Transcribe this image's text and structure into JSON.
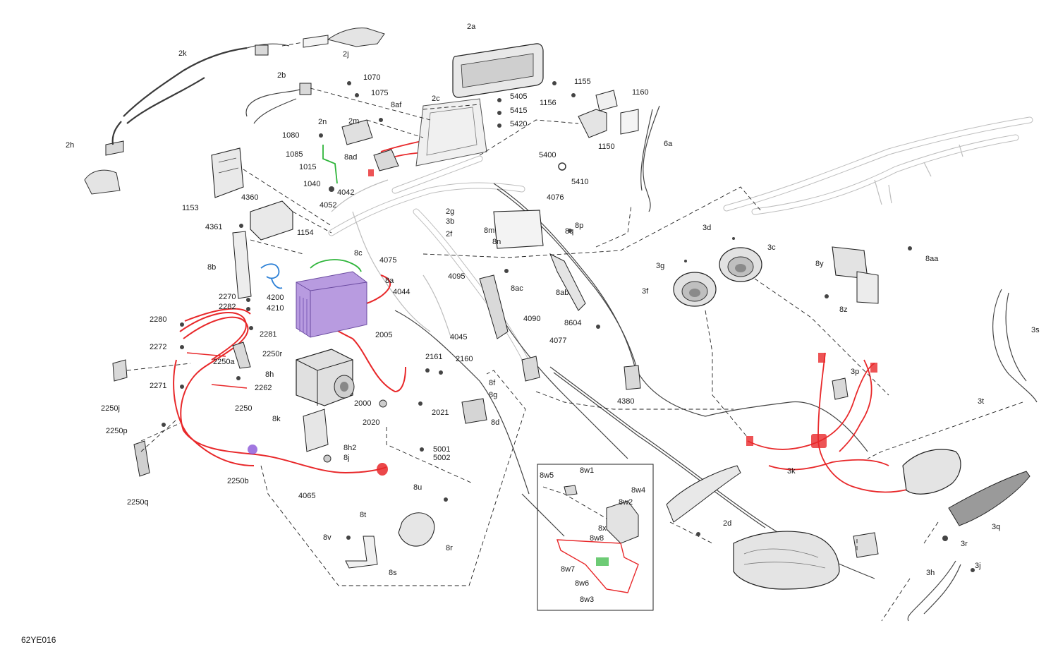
{
  "diagram": {
    "code": "62YE016",
    "colors": {
      "red_harness": "#e8282a",
      "green_wire": "#2fb53b",
      "blue_wire": "#2a7fd6",
      "battery": "#9a6ad0",
      "purple_tag": "#8a55d8",
      "ink": "#1a1a1a"
    },
    "labels": {
      "l_2a": "2a",
      "l_2b": "2b",
      "l_2c": "2c",
      "l_2d": "2d",
      "l_2f": "2f",
      "l_2g": "2g",
      "l_2h": "2h",
      "l_2j": "2j",
      "l_2k": "2k",
      "l_2m": "2m",
      "l_2n": "2n",
      "l_3b": "3b",
      "l_3c": "3c",
      "l_3d": "3d",
      "l_3f": "3f",
      "l_3g": "3g",
      "l_3h": "3h",
      "l_3j": "3j",
      "l_3k": "3k",
      "l_3p": "3p",
      "l_3q": "3q",
      "l_3r": "3r",
      "l_3s": "3s",
      "l_3t": "3t",
      "l_6a": "6a",
      "l_8a": "8a",
      "l_8aa": "8aa",
      "l_8ab": "8ab",
      "l_8ac": "8ac",
      "l_8ad": "8ad",
      "l_8af": "8af",
      "l_8b": "8b",
      "l_8c": "8c",
      "l_8d": "8d",
      "l_8f": "8f",
      "l_8g": "8g",
      "l_8h": "8h",
      "l_8h2": "8h2",
      "l_8j": "8j",
      "l_8k": "8k",
      "l_8m": "8m",
      "l_8n": "8n",
      "l_8p": "8p",
      "l_8q": "8q",
      "l_8r": "8r",
      "l_8s": "8s",
      "l_8t": "8t",
      "l_8u": "8u",
      "l_8v": "8v",
      "l_8w1": "8w1",
      "l_8w2": "8w2",
      "l_8w3": "8w3",
      "l_8w4": "8w4",
      "l_8w5": "8w5",
      "l_8w6": "8w6",
      "l_8w7": "8w7",
      "l_8w8": "8w8",
      "l_8x": "8x",
      "l_8y": "8y",
      "l_8z": "8z",
      "l_1015": "1015",
      "l_1040": "1040",
      "l_1070": "1070",
      "l_1075": "1075",
      "l_1080": "1080",
      "l_1085": "1085",
      "l_1150": "1150",
      "l_1153": "1153",
      "l_1154": "1154",
      "l_1155": "1155",
      "l_1156": "1156",
      "l_1160": "1160",
      "l_2000": "2000",
      "l_2005": "2005",
      "l_2020": "2020",
      "l_2021": "2021",
      "l_2160": "2160",
      "l_2161": "2161",
      "l_2250": "2250",
      "l_2250a": "2250a",
      "l_2250b": "2250b",
      "l_2250j": "2250j",
      "l_2250p": "2250p",
      "l_2250q": "2250q",
      "l_2250r": "2250r",
      "l_2262": "2262",
      "l_2270": "2270",
      "l_2271": "2271",
      "l_2272": "2272",
      "l_2280": "2280",
      "l_2281": "2281",
      "l_2282": "2282",
      "l_4042": "4042",
      "l_4044": "4044",
      "l_4045": "4045",
      "l_4052": "4052",
      "l_4065": "4065",
      "l_4075": "4075",
      "l_4076": "4076",
      "l_4077": "4077",
      "l_4090": "4090",
      "l_4095": "4095",
      "l_4200": "4200",
      "l_4210": "4210",
      "l_4360": "4360",
      "l_4361": "4361",
      "l_4380": "4380",
      "l_5001": "5001",
      "l_5002": "5002",
      "l_5400": "5400",
      "l_5405": "5405",
      "l_5410": "5410",
      "l_5415": "5415",
      "l_5420": "5420",
      "l_8604": "8604"
    }
  }
}
